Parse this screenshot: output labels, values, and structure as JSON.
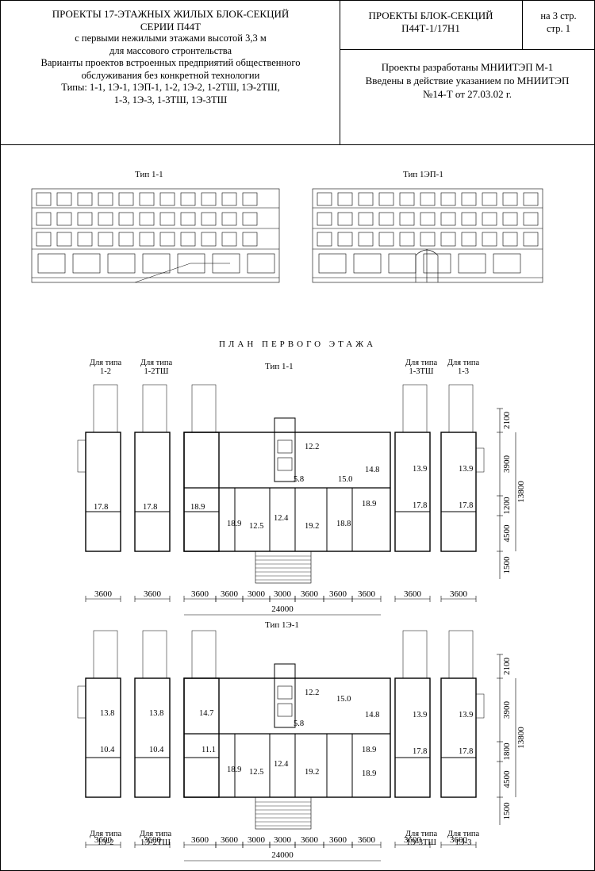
{
  "header": {
    "title_lines": [
      "ПРОЕКТЫ 17-ЭТАЖНЫХ ЖИЛЫХ БЛОК-СЕКЦИЙ",
      "СЕРИИ П44Т",
      "с первыми нежилыми этажами высотой 3,3 м",
      "для массового стронтельства",
      "Варианты проектов встроенных предприятий общественного",
      "обслуживания без конкретной технологии",
      "Типы: 1-1, 1Э-1, 1ЭП-1, 1-2, 1Э-2, 1-2ТШ, 1Э-2ТШ,",
      "1-3, 1Э-3, 1-3ТШ, 1Э-3ТШ"
    ],
    "project_code_lines": [
      "ПРОЕКТЫ БЛОК-СЕКЦИЙ",
      "П44Т-1/17Н1"
    ],
    "pages_lines": [
      "на 3 стр.",
      "стр. 1"
    ],
    "developer_lines": [
      "Проекты разработаны МНИИТЭП М-1",
      "Введены  в действие указанием по МНИИТЭП",
      "№14-Т от 27.03.02 г."
    ]
  },
  "facades": {
    "left_label": "Тип 1-1",
    "right_label": "Тип 1ЭП-1"
  },
  "plan_title": "ПЛАН ПЕРВОГО ЭТАЖА",
  "plan1": {
    "type_label": "Тип 1-1",
    "variant_labels": [
      {
        "line1": "Для типа",
        "line2": "1-2"
      },
      {
        "line1": "Для типа",
        "line2": "1-2ТШ"
      },
      {
        "line1": "Для типа",
        "line2": "1-3ТШ"
      },
      {
        "line1": "Для типа",
        "line2": "1-3"
      }
    ],
    "areas": [
      "17.8",
      "17.8",
      "18.9",
      "18.9",
      "12.5",
      "12.4",
      "19.2",
      "18.8",
      "18.9",
      "12.2",
      "5.8",
      "15.0",
      "14.8",
      "13.9",
      "13.9",
      "17.8",
      "17.8"
    ],
    "bottom_dims": [
      "3600",
      "3600",
      "3600",
      "3600",
      "3000",
      "3000",
      "3600",
      "3600",
      "3600",
      "3600",
      "3600"
    ],
    "total_dim": "24000",
    "side_dims": [
      "2100",
      "3900",
      "1200",
      "4500",
      "1500"
    ],
    "side_total": "13800"
  },
  "plan2": {
    "type_label": "Тип 1Э-1",
    "variant_labels": [
      {
        "line1": "Для типа",
        "line2": "1Э-2"
      },
      {
        "line1": "Для типа",
        "line2": "1Э-2ТШ"
      },
      {
        "line1": "Для типа",
        "line2": "1Э-3ТШ"
      },
      {
        "line1": "Для типа",
        "line2": "1Э-3"
      }
    ],
    "areas": [
      "13.8",
      "13.8",
      "14.7",
      "10.4",
      "10.4",
      "11.1",
      "18.9",
      "12.5",
      "12.4",
      "19.2",
      "18.9",
      "12.2",
      "15.0",
      "5.8",
      "14.8",
      "18.9",
      "13.9",
      "13.9",
      "17.8",
      "17.8"
    ],
    "bottom_dims": [
      "3600",
      "3600",
      "3600",
      "3600",
      "3000",
      "3000",
      "3600",
      "3600",
      "3600",
      "3600",
      "3600"
    ],
    "total_dim": "24000",
    "side_dims": [
      "2100",
      "3900",
      "1800",
      "4500",
      "1500"
    ],
    "side_total": "13800"
  }
}
